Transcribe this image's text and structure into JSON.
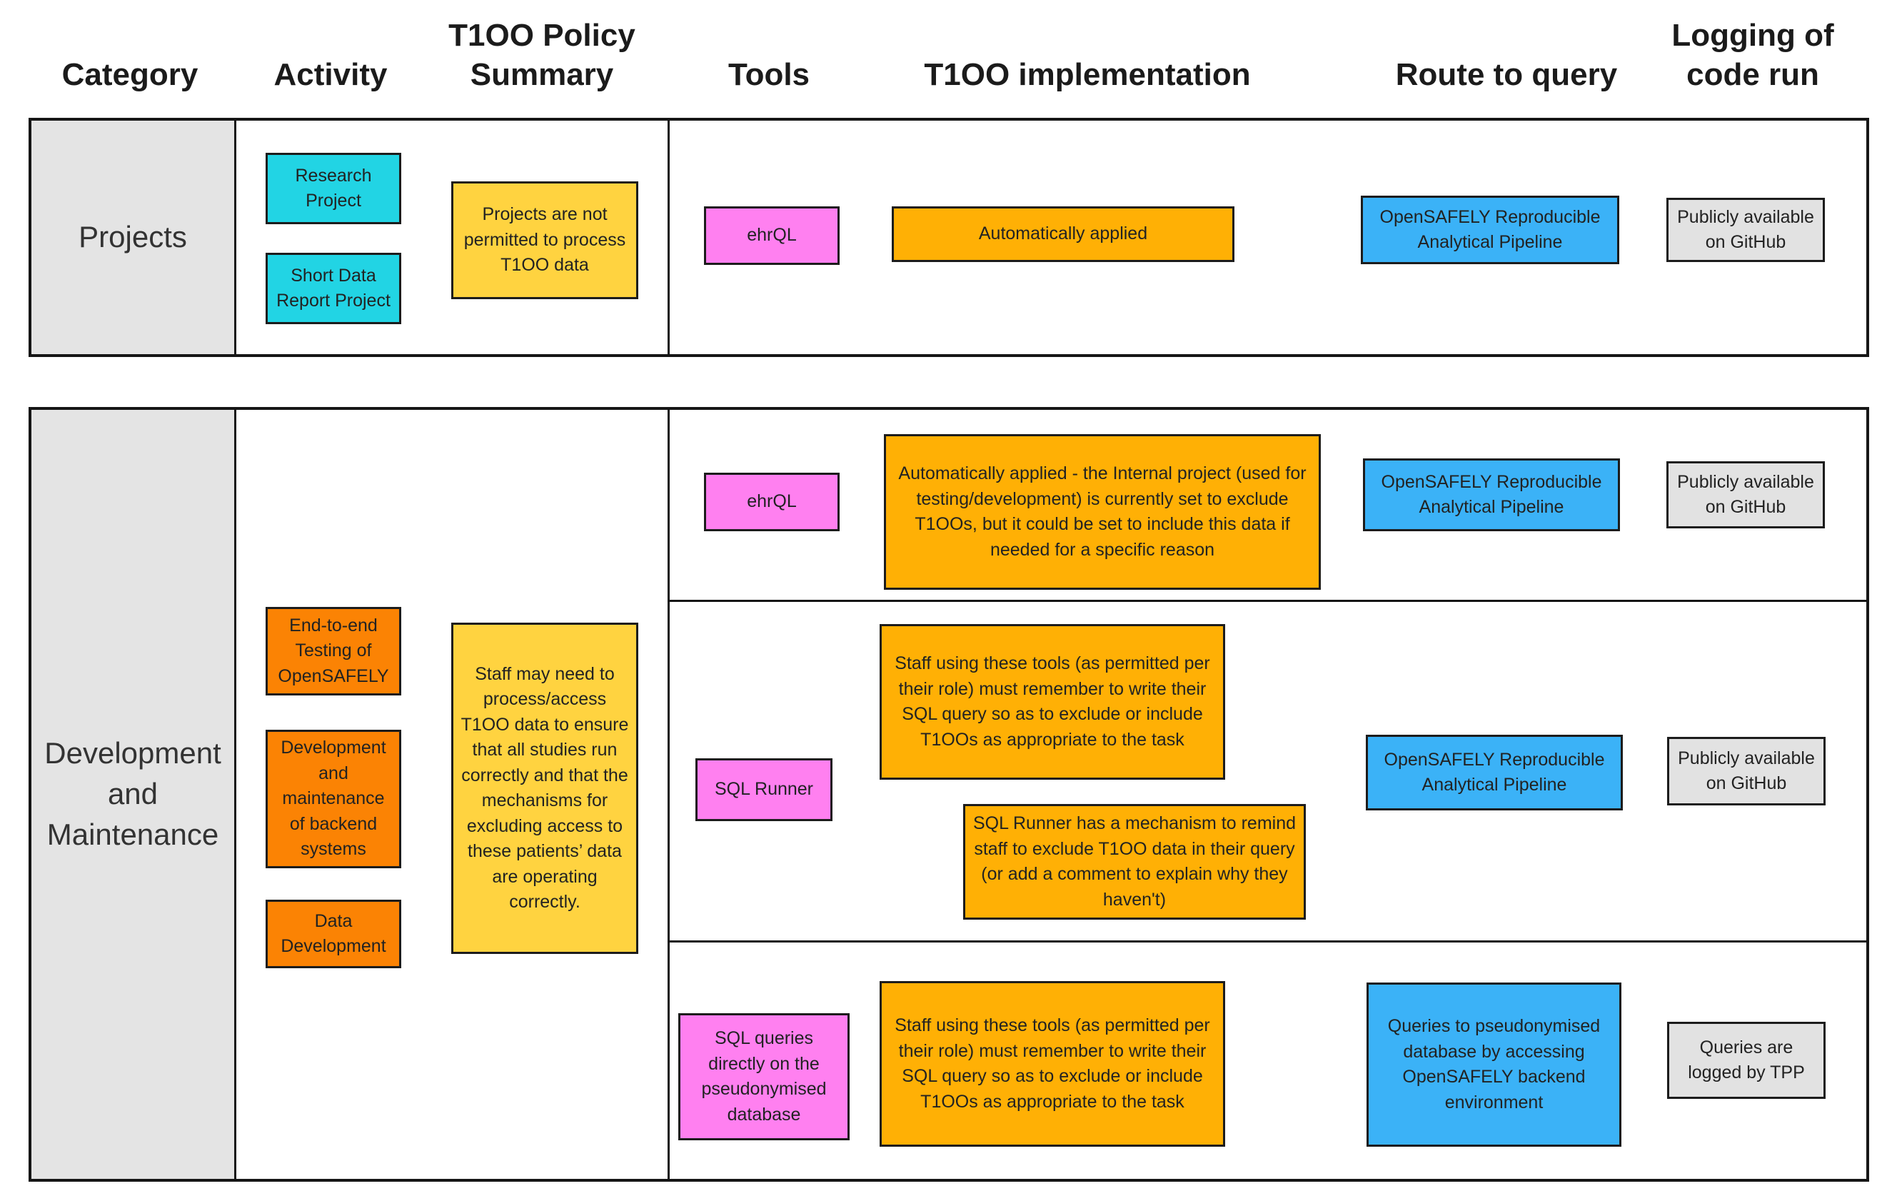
{
  "palette": {
    "cyan": "#22D4E4",
    "orange": "#FB8304",
    "amber": "#FFB005",
    "yellow": "#FFD340",
    "pink": "#FF80F0",
    "blue": "#3BB2F7",
    "box_gray": "#E2E2E2",
    "cell_gray": "#E4E4E4",
    "border": "#1C1C1C"
  },
  "headers": {
    "category": "Category",
    "activity": "Activity",
    "policy": "T1OO Policy\nSummary",
    "tools": "Tools",
    "implementation": "T1OO implementation",
    "route": "Route to query",
    "logging": "Logging of\ncode run"
  },
  "projects": {
    "category": "Projects",
    "activities": {
      "research": "Research\nProject",
      "short_data": "Short Data\nReport Project"
    },
    "policy": "Projects are not permitted to process T1OO data",
    "tool": "ehrQL",
    "implementation": "Automatically applied",
    "route": "OpenSAFELY Reproducible\nAnalytical Pipeline",
    "logging": "Publicly available\non GitHub"
  },
  "development": {
    "category": "Development\nand\nMaintenance",
    "activities": {
      "e2e": "End-to-end\nTesting of\nOpenSAFELY",
      "backend": "Development\nand\nmaintenance\nof backend\nsystems",
      "data_dev": "Data\nDevelopment"
    },
    "policy": "Staff may need to process/access T1OO data to ensure that all studies run correctly and that the mechanisms for excluding access to these patients’ data are operating correctly.",
    "rows": {
      "ehrql": {
        "tool": "ehrQL",
        "implementation": "Automatically applied - the Internal project (used for testing/development) is currently set to exclude T1OOs, but it could be set to include this data if needed for a specific reason",
        "route": "OpenSAFELY Reproducible\nAnalytical Pipeline",
        "logging": "Publicly available\non GitHub"
      },
      "sql_runner": {
        "tool": "SQL Runner",
        "implementation": "Staff using these tools (as permitted per their role) must remember to write their SQL query so as to exclude or include T1OOs as appropriate to the task",
        "implementation_note": "SQL Runner has a mechanism to remind staff to exclude T1OO data in their query (or add a comment to explain why they haven't)",
        "route": "OpenSAFELY Reproducible\nAnalytical Pipeline",
        "logging": "Publicly available\non GitHub"
      },
      "sql_direct": {
        "tool": "SQL queries\ndirectly on the\npseudonymised\ndatabase",
        "implementation": "Staff using these tools (as permitted per their role) must remember to write their SQL query so as to exclude or include T1OOs as appropriate to the task",
        "route": "Queries to pseudonymised database by accessing OpenSAFELY backend environment",
        "logging": "Queries are\nlogged by TPP"
      }
    }
  }
}
